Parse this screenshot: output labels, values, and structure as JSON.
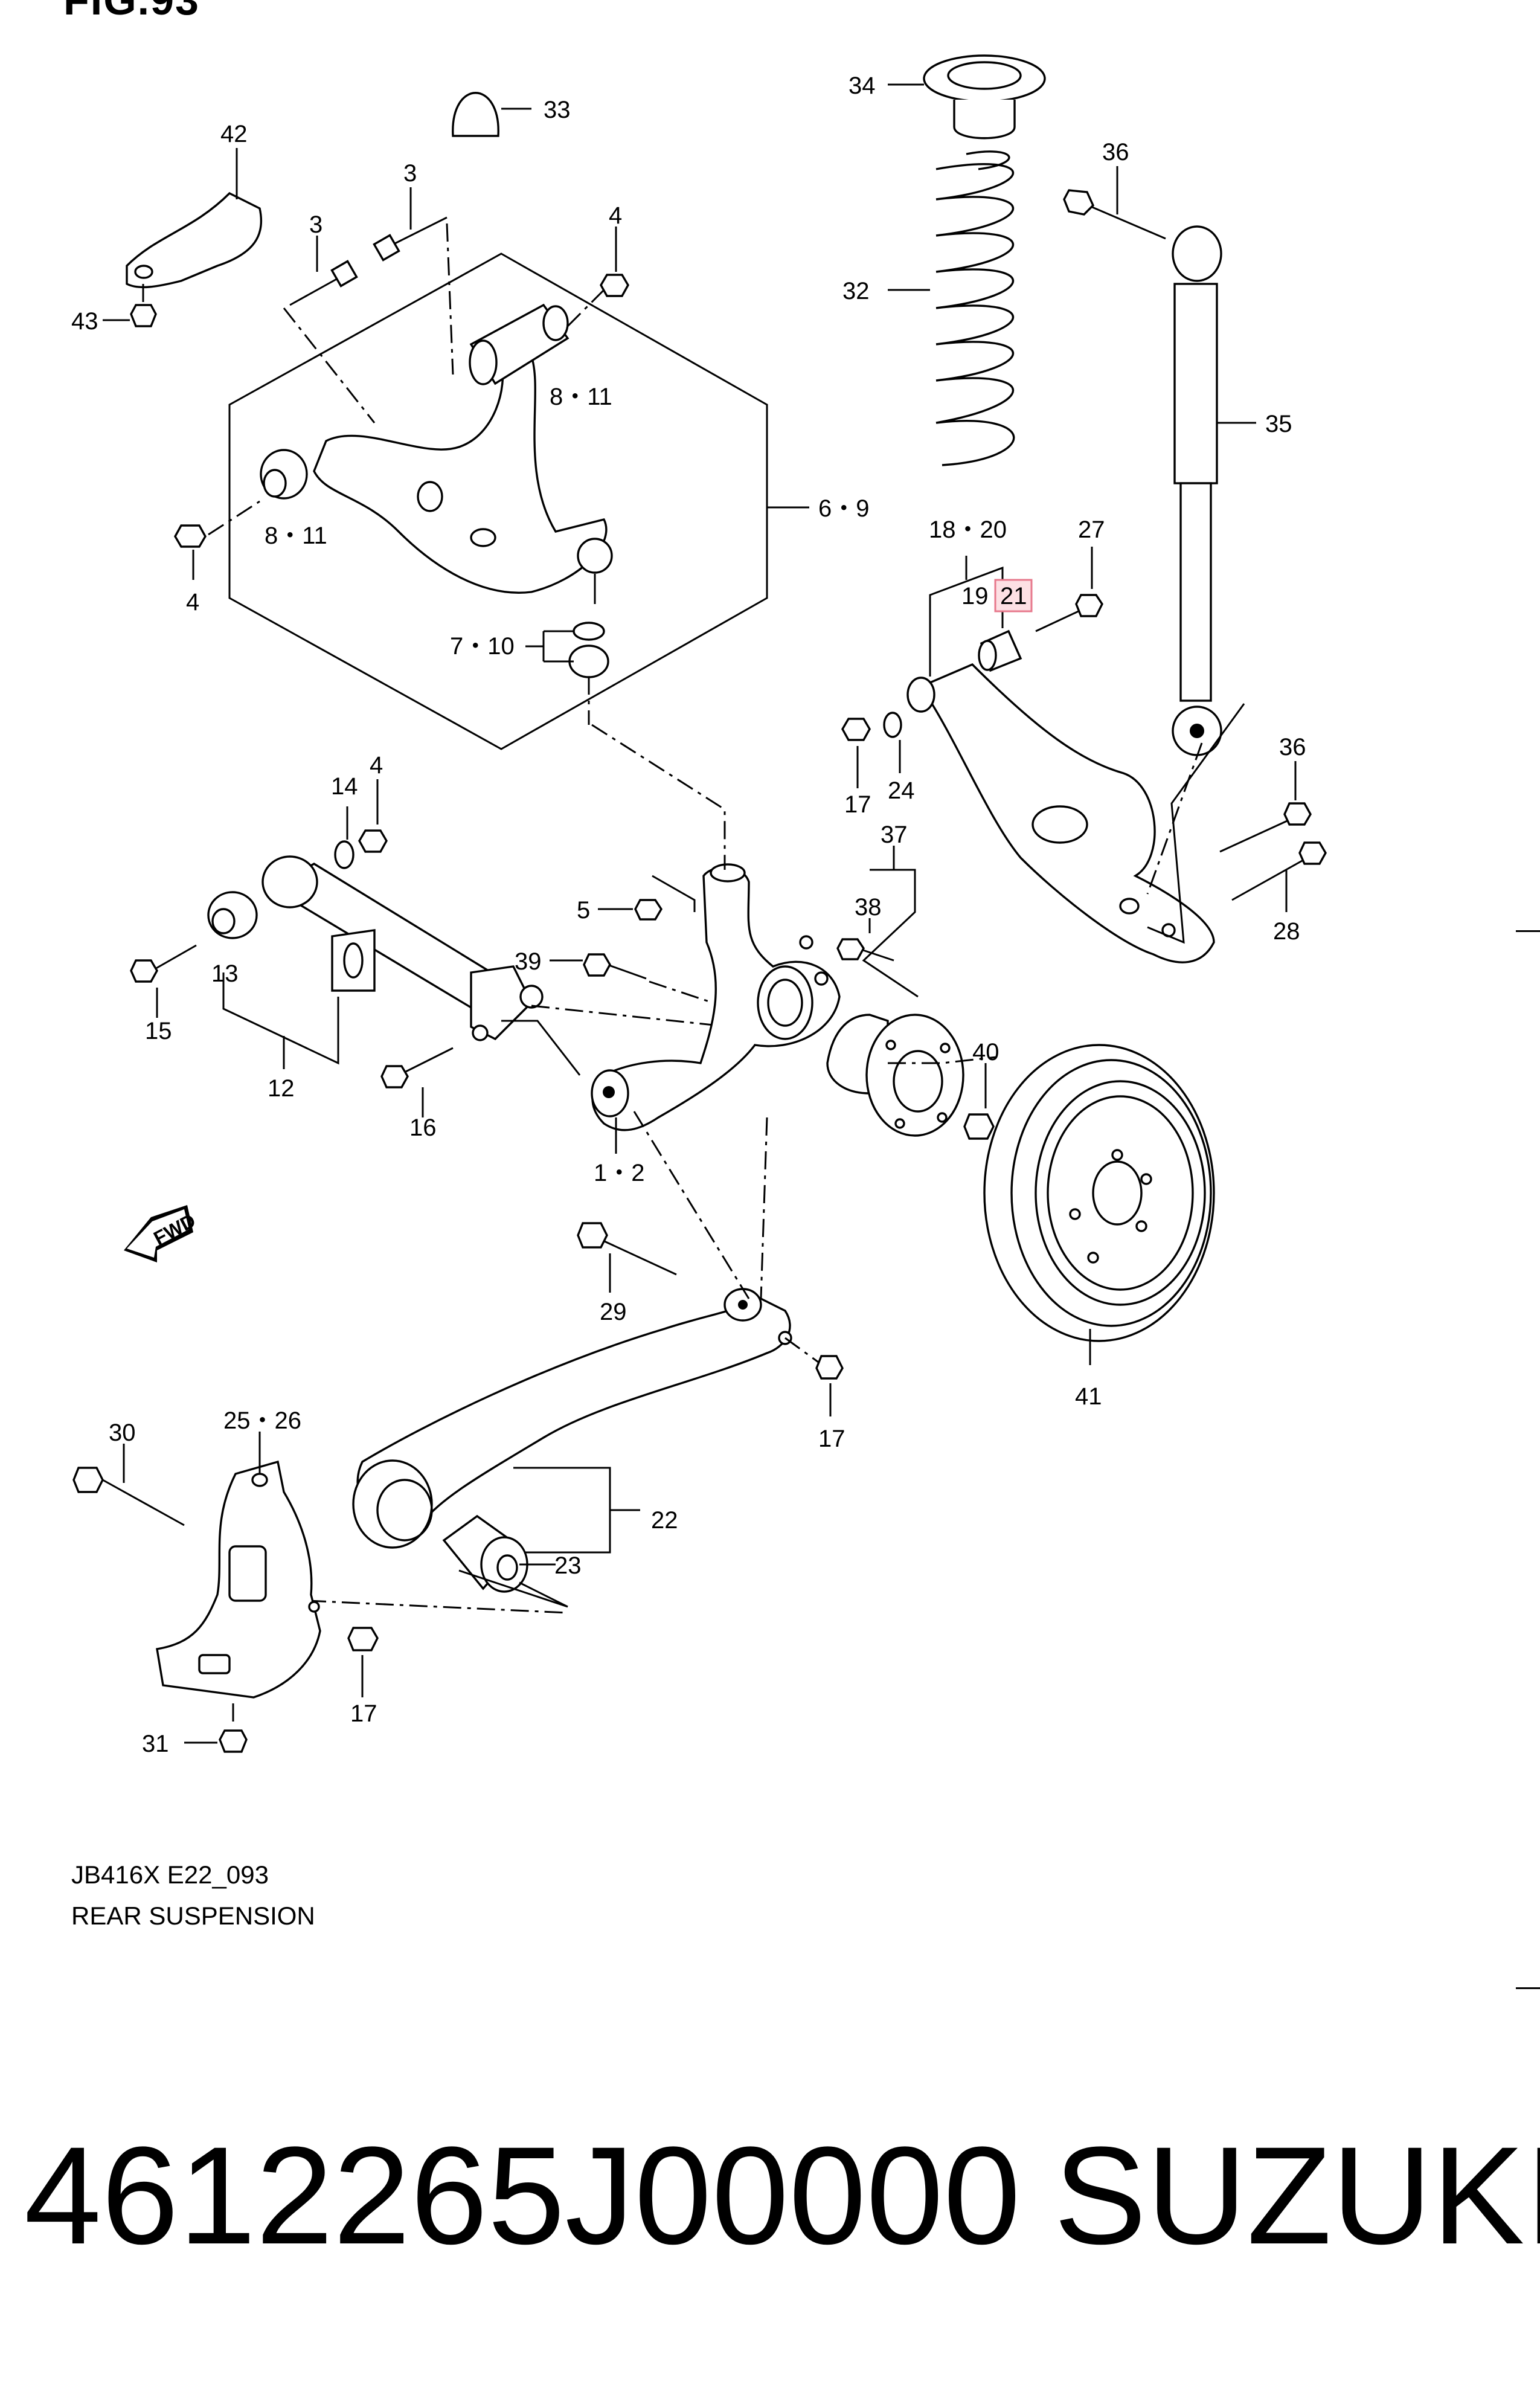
{
  "figure": {
    "title": "FIG.93"
  },
  "callouts": {
    "c34": "34",
    "c33": "33",
    "c42": "42",
    "c3a": "3",
    "c3b": "3",
    "c4a": "4",
    "c36a": "36",
    "c43": "43",
    "c32": "32",
    "c8_11a": "8・11",
    "c35": "35",
    "c8_11b": "8・11",
    "c6_9": "6・9",
    "c4b": "4",
    "c18_20": "18・20",
    "c27": "27",
    "c19": "19・",
    "c21": "21",
    "c7_10": "7・10",
    "c17a": "17",
    "c24": "24",
    "c36b": "36",
    "c14": "14",
    "c4c": "4",
    "c37": "37",
    "c5": "5",
    "c38": "38",
    "c28": "28",
    "c39": "39",
    "c13": "13",
    "c15": "15",
    "c40": "40",
    "c12": "12",
    "c16": "16",
    "c1_2": "1・2",
    "c29": "29",
    "c41": "41",
    "c17b": "17",
    "c30": "30",
    "c25_26": "25・26",
    "c22": "22",
    "c23": "23",
    "c17c": "17",
    "c31": "31"
  },
  "fwd_label": "FWD",
  "footer": {
    "code": "JB416X E22_093",
    "name": "REAR SUSPENSION"
  },
  "product": {
    "part_number": "4612265J00000",
    "brand": "SUZUKI"
  },
  "colors": {
    "highlight_fill": "#fde0e4",
    "highlight_border": "#e7788c",
    "line": "#000000",
    "background": "#ffffff"
  }
}
